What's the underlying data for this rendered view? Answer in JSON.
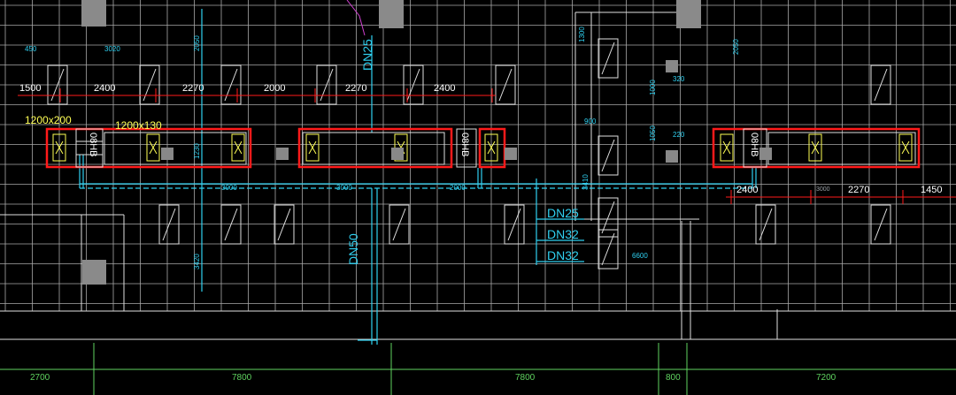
{
  "top_dims": [
    "1500",
    "2400",
    "2270",
    "2000",
    "2270",
    "2400"
  ],
  "right_dims": [
    "2400",
    "3000",
    "2270",
    "1450"
  ],
  "duct_labels": [
    "1200x200",
    "1200x130"
  ],
  "pipe_labels": {
    "dn25_top": "DN25",
    "dn50": "DN50",
    "dn25": "DN25",
    "dn32_a": "DN32",
    "dn32_b": "DN32"
  },
  "unit_labels": [
    "08HB",
    "08HB",
    "08HB"
  ],
  "small_dims": {
    "s450": "450",
    "s3020": "3020",
    "s2050a": "2050",
    "s2050b": "2050",
    "s1230": "1230",
    "s1300": "1300",
    "s3420": "3420",
    "s900": "900",
    "s1050": "1050",
    "s1000": "1000",
    "s320": "320",
    "s220": "220",
    "s6600": "6600",
    "s3000a": "3000",
    "s3000b": "3000",
    "s2000": "2000",
    "s3410": "3410"
  },
  "axis_dims": [
    "2700",
    "7800",
    "7800",
    "800",
    "7200"
  ],
  "colors": {
    "red": "#ff1a1a",
    "cyan": "#2fd0f0",
    "yellow": "#ffff55",
    "green": "#5fd35f",
    "grid": "#c8c8c8",
    "magenta": "#d040d0"
  }
}
